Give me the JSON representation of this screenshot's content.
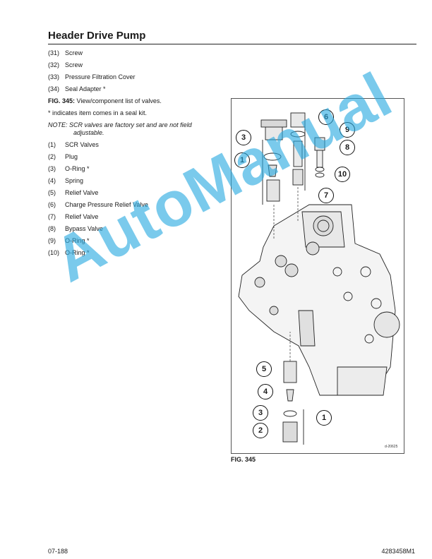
{
  "header": {
    "title": "Header Drive Pump"
  },
  "parts_top": [
    {
      "num": "(31)",
      "label": "Screw"
    },
    {
      "num": "(32)",
      "label": "Screw"
    },
    {
      "num": "(33)",
      "label": "Pressure Filtration Cover"
    },
    {
      "num": "(34)",
      "label": "Seal Adapter *"
    }
  ],
  "figure_caption": {
    "label": "FIG. 345:",
    "text": "View/component list of valves."
  },
  "kit_note": "* indicates item comes in a seal kit.",
  "note": {
    "label": "NOTE:",
    "text": "SCR valves are factory set and are not field",
    "text2": "adjustable."
  },
  "parts_valves": [
    {
      "num": "(1)",
      "label": "SCR Valves"
    },
    {
      "num": "(2)",
      "label": "Plug"
    },
    {
      "num": "(3)",
      "label": "O-Ring *"
    },
    {
      "num": "(4)",
      "label": "Spring"
    },
    {
      "num": "(5)",
      "label": "Relief Valve"
    },
    {
      "num": "(6)",
      "label": "Charge Pressure Relief Valve"
    },
    {
      "num": "(7)",
      "label": "Relief Valve"
    },
    {
      "num": "(8)",
      "label": "Bypass Valve"
    },
    {
      "num": "(9)",
      "label": "O-Ring *"
    },
    {
      "num": "(10)",
      "label": "O-Ring *"
    }
  ],
  "figure": {
    "callouts": [
      "6",
      "9",
      "3",
      "8",
      "1",
      "10",
      "7",
      "5",
      "4",
      "3",
      "1",
      "2"
    ],
    "code": "d-20625",
    "label": "FIG. 345"
  },
  "watermark": "AutoManual",
  "footer": {
    "left": "07-188",
    "right": "4283458M1"
  }
}
